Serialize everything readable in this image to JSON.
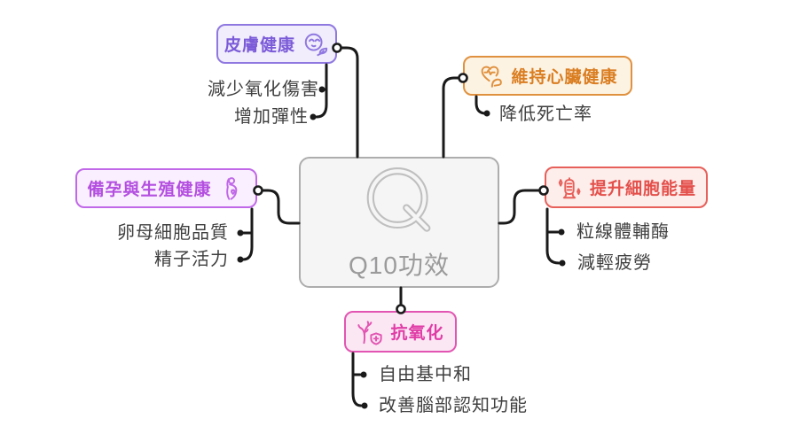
{
  "diagram": {
    "type": "mindmap",
    "root": {
      "label": "Q10功效",
      "icon": "q-logo-icon",
      "border_color": "#ADADAD",
      "background": "#F5F5F6",
      "text_color": "#9B9B9B"
    },
    "branches": [
      {
        "label": "皮膚健康",
        "icon": "smiling-face-leaf-icon",
        "accent": "#7B5BD8",
        "border": "#8F78E0",
        "background": "#F1EDFC",
        "children": [
          {
            "label": "減少氧化傷害"
          },
          {
            "label": "增加彈性"
          }
        ]
      },
      {
        "label": "維持心臟健康",
        "icon": "heart-pulse-muscle-icon",
        "accent": "#DA7E22",
        "border": "#E0913F",
        "background": "#FDF3E3",
        "children": [
          {
            "label": "降低死亡率"
          }
        ]
      },
      {
        "label": "備孕與生殖健康",
        "icon": "pregnant-person-icon",
        "accent": "#B44FE0",
        "border": "#C168E8",
        "background": "#F9EFFE",
        "children": [
          {
            "label": "卵母細胞品質"
          },
          {
            "label": "精子活力"
          }
        ]
      },
      {
        "label": "提升細胞能量",
        "icon": "battery-energy-icon",
        "accent": "#E4504B",
        "border": "#E7605A",
        "background": "#FDEDEB",
        "children": [
          {
            "label": "粒線體輔酶"
          },
          {
            "label": "減輕疲勞"
          }
        ]
      },
      {
        "label": "抗氧化",
        "icon": "tree-shield-icon",
        "accent": "#E03CA6",
        "border": "#E255B2",
        "background": "#FBE7F4",
        "children": [
          {
            "label": "自由基中和"
          },
          {
            "label": "改善腦部認知功能"
          }
        ]
      }
    ],
    "connector_color": "#1A1A1A",
    "child_text_color": "#3F3F3F",
    "canvas_background": "#FFFFFF"
  }
}
